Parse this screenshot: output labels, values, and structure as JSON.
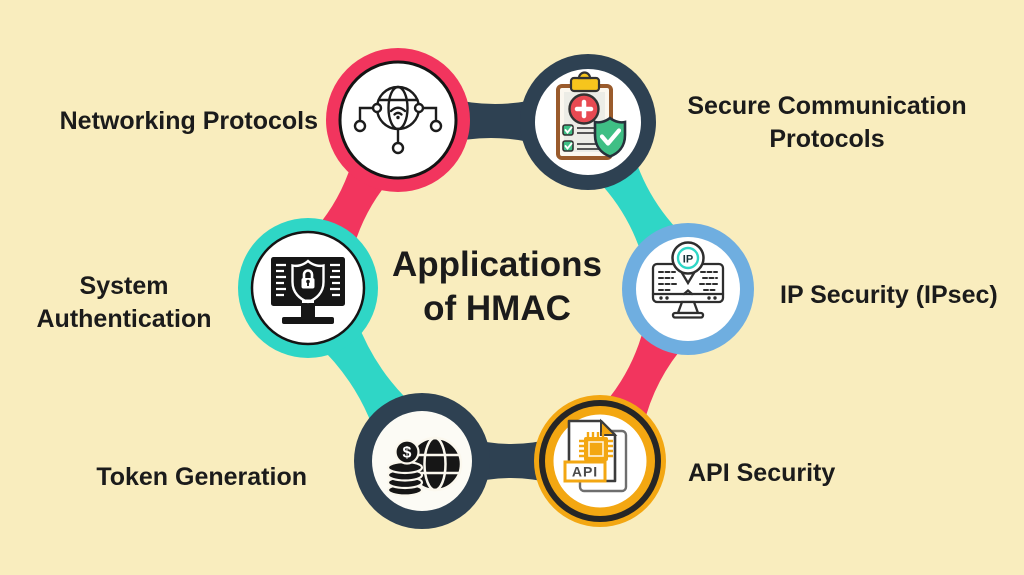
{
  "background": "#F9EDBE",
  "title": {
    "lines": [
      "Applications",
      "of HMAC"
    ]
  },
  "palette": {
    "pink": "#F2355E",
    "navy": "#2E4152",
    "teal": "#2FD6C6",
    "blue": "#6FAEE0",
    "orange": "#F3A712",
    "green": "#3FBF85",
    "red": "#E84A52",
    "yellow": "#F6C51D",
    "text": "#1B1B1B"
  },
  "nodes": [
    {
      "id": "networking-protocols",
      "lines": [
        "Networking Protocols"
      ],
      "ring": "#F2355E",
      "icon": "network-globe"
    },
    {
      "id": "secure-communication-protocols",
      "lines": [
        "Secure Communication",
        "Protocols"
      ],
      "ring": "#2E4152",
      "icon": "clipboard-shield"
    },
    {
      "id": "ip-security",
      "lines": [
        "IP Security (IPsec)"
      ],
      "ring": "#6FAEE0",
      "icon": "monitor-ip-pin"
    },
    {
      "id": "api-security",
      "lines": [
        "API Security"
      ],
      "ring": "#F3A712",
      "icon": "api-document"
    },
    {
      "id": "token-generation",
      "lines": [
        "Token Generation"
      ],
      "ring": "#2E4152",
      "icon": "coins-globe"
    },
    {
      "id": "system-authentication",
      "lines": [
        "System",
        "Authentication"
      ],
      "ring": "#2FD6C6",
      "icon": "monitor-shield-lock"
    }
  ],
  "connectors": [
    {
      "from": "networking-protocols",
      "to": "secure-communication-protocols",
      "color": "#2E4152"
    },
    {
      "from": "secure-communication-protocols",
      "to": "ip-security",
      "color": "#2FD6C6"
    },
    {
      "from": "ip-security",
      "to": "api-security",
      "color": "#F2355E"
    },
    {
      "from": "api-security",
      "to": "token-generation",
      "color": "#2E4152"
    },
    {
      "from": "token-generation",
      "to": "system-authentication",
      "color": "#2FD6C6"
    },
    {
      "from": "system-authentication",
      "to": "networking-protocols",
      "color": "#F2355E"
    }
  ],
  "icon_text": {
    "ip": "IP",
    "api": "API",
    "dollar": "$"
  }
}
